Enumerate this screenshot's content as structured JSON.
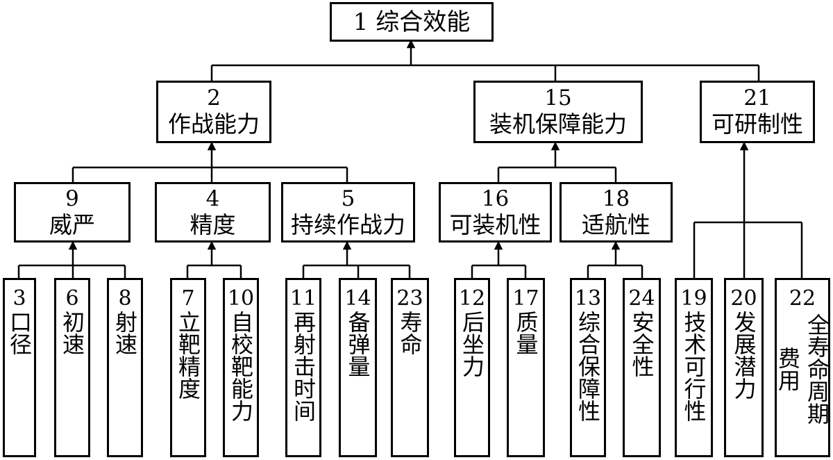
{
  "nodes": {
    "n1": {
      "num": "1",
      "label": "综合效能"
    },
    "n2": {
      "num": "2",
      "label": "作战能力"
    },
    "n15": {
      "num": "15",
      "label": "装机保障能力"
    },
    "n21": {
      "num": "21",
      "label": "可研制性"
    },
    "n9": {
      "num": "9",
      "label": "威严"
    },
    "n4": {
      "num": "4",
      "label": "精度"
    },
    "n5": {
      "num": "5",
      "label": "持续作战力"
    },
    "n16": {
      "num": "16",
      "label": "可装机性"
    },
    "n18": {
      "num": "18",
      "label": "适航性"
    },
    "n3": {
      "num": "3",
      "label": "口径"
    },
    "n6": {
      "num": "6",
      "label": "初速"
    },
    "n8": {
      "num": "8",
      "label": "射速"
    },
    "n7": {
      "num": "7",
      "label": "立靶精度"
    },
    "n10": {
      "num": "10",
      "label": "自校靶能力"
    },
    "n11": {
      "num": "11",
      "label": "再射击时间"
    },
    "n14": {
      "num": "14",
      "label": "备弹量"
    },
    "n23": {
      "num": "23",
      "label": "寿命"
    },
    "n12": {
      "num": "12",
      "label": "后坐力"
    },
    "n17": {
      "num": "17",
      "label": "质量"
    },
    "n13": {
      "num": "13",
      "label": "综合保障性"
    },
    "n24": {
      "num": "24",
      "label": "安全性"
    },
    "n19": {
      "num": "19",
      "label": "技术可行性"
    },
    "n20": {
      "num": "20",
      "label": "发展潜力"
    },
    "n22": {
      "num": "22",
      "label": "全寿命周期费用"
    }
  }
}
